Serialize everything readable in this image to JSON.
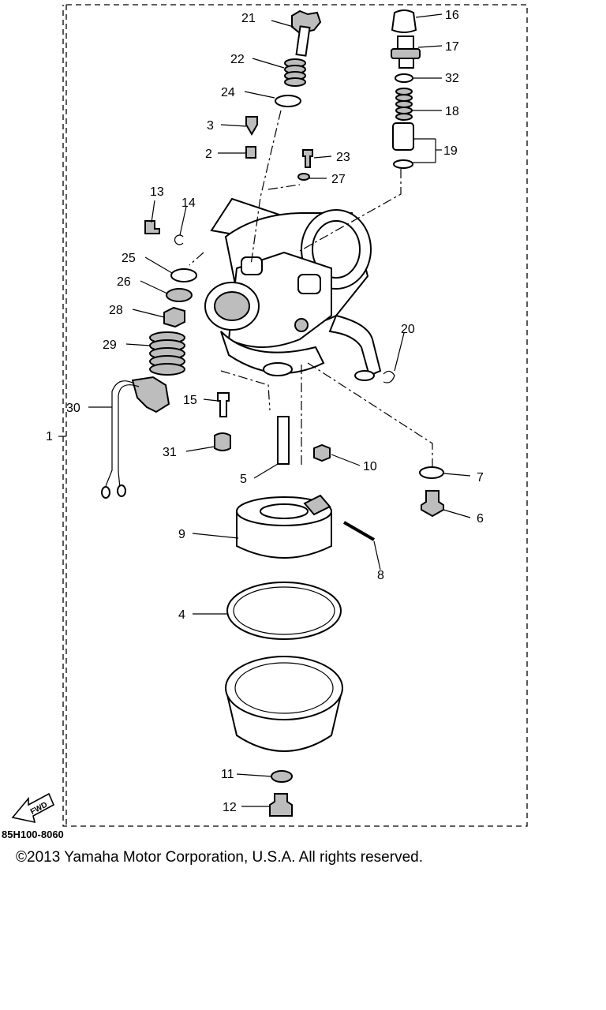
{
  "diagram_code": "85H100-8060",
  "copyright": "©2013 Yamaha Motor Corporation, U.S.A. All rights reserved.",
  "fwd_label": "FWD",
  "callouts": [
    "1",
    "2",
    "3",
    "4",
    "5",
    "6",
    "7",
    "8",
    "9",
    "10",
    "11",
    "12",
    "13",
    "14",
    "15",
    "16",
    "17",
    "18",
    "19",
    "20",
    "21",
    "22",
    "23",
    "24",
    "25",
    "26",
    "27",
    "28",
    "29",
    "30",
    "31",
    "32"
  ]
}
